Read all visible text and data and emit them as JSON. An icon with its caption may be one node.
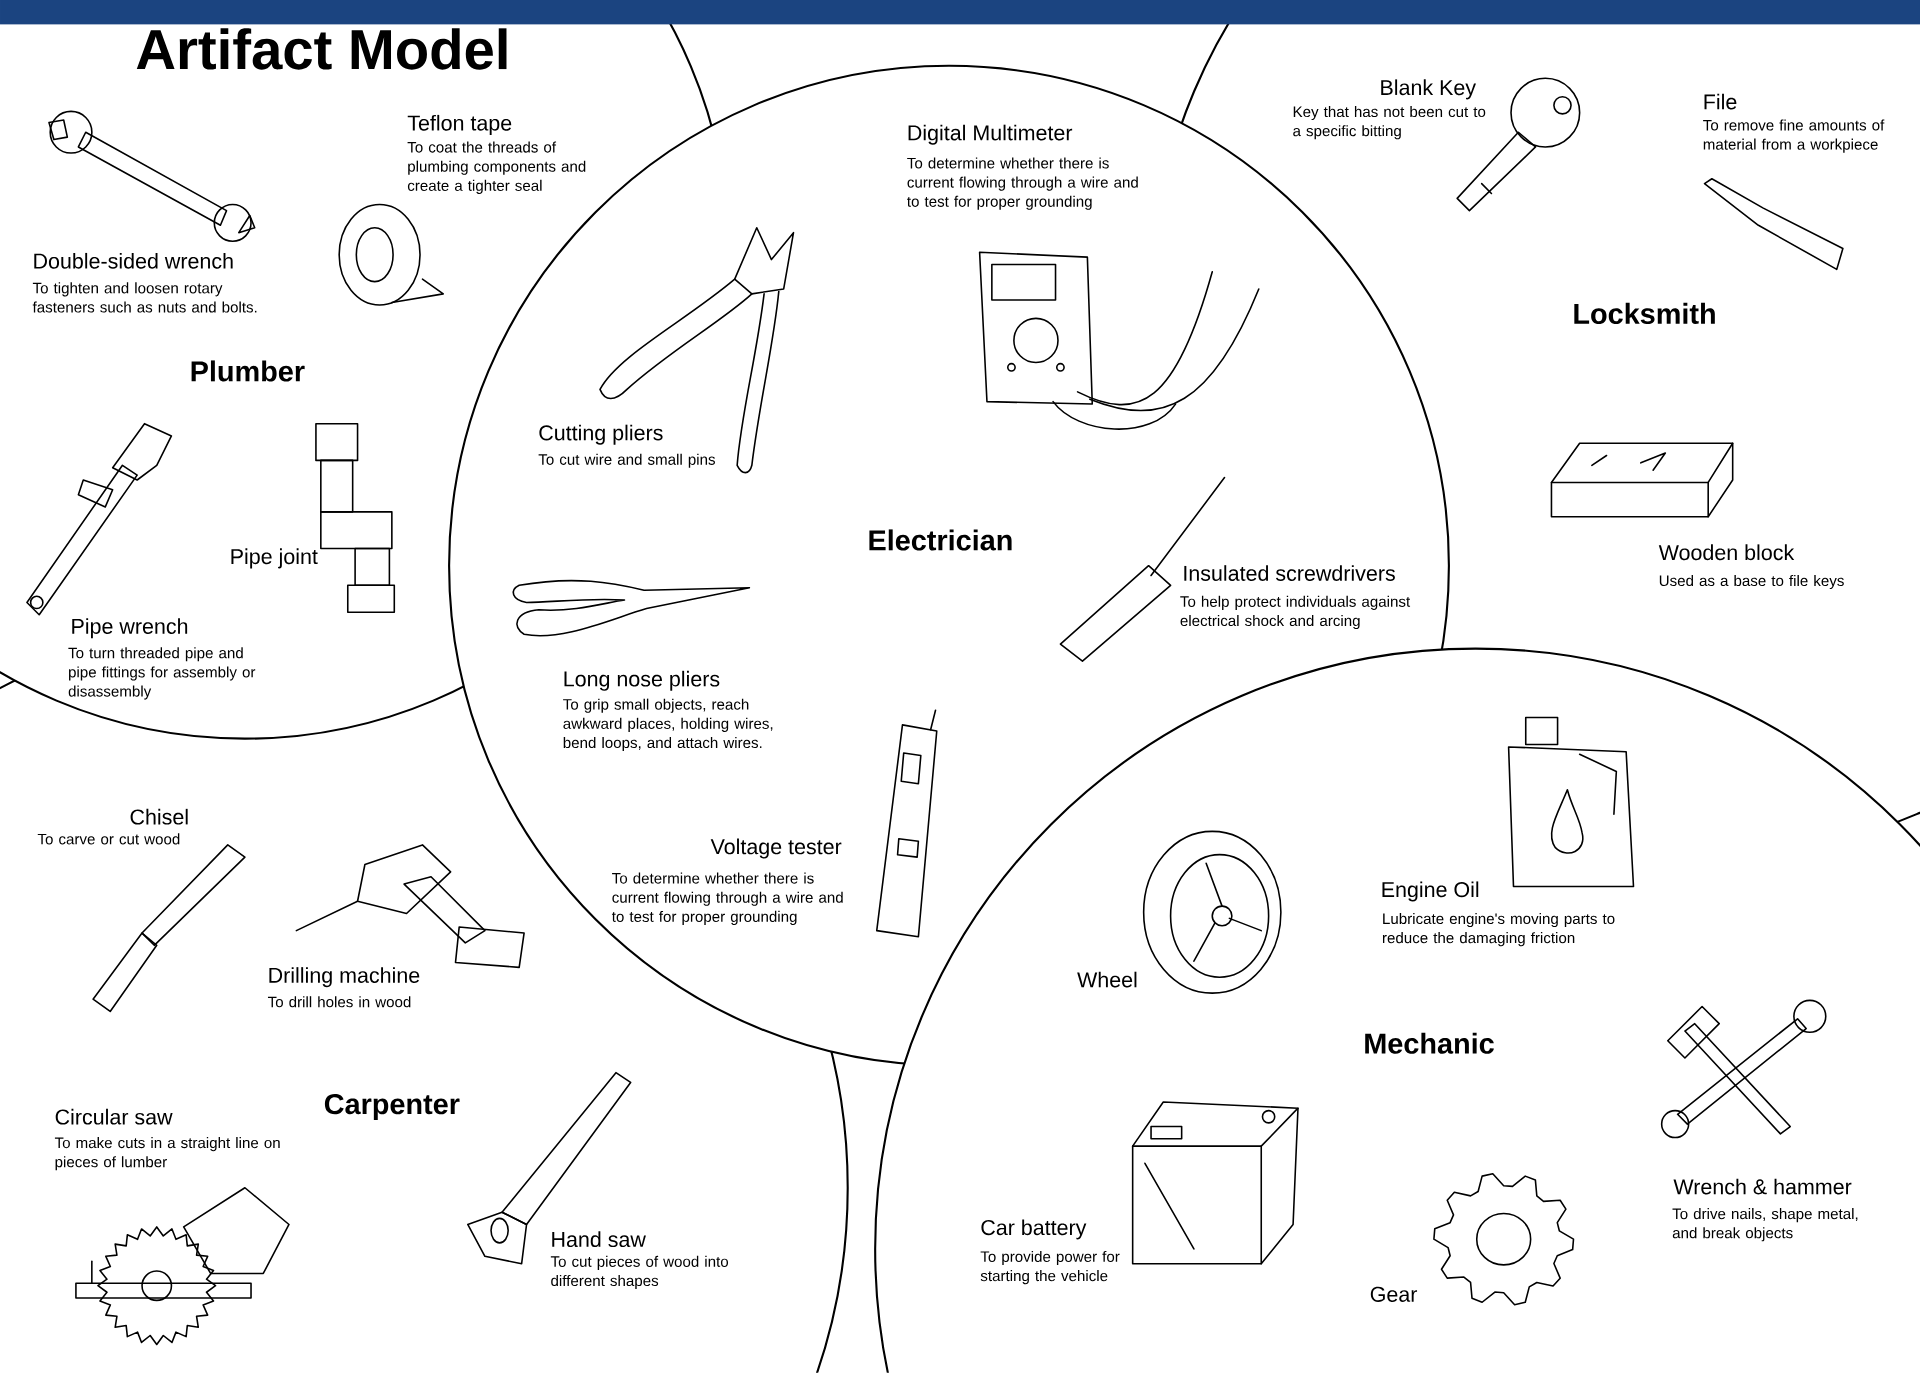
{
  "diagram": {
    "title": "Artifact Model",
    "nodes": [
      {
        "text": [
          "Plumber"
        ]
      },
      {
        "text": [
          "Electrician"
        ]
      },
      {
        "text": [
          "Locksmith"
        ]
      },
      {
        "text": [
          "Carpenter"
        ]
      },
      {
        "text": [
          "Mechanic"
        ]
      }
    ],
    "labels": [
      "Double-sided wrench",
      "To tighten and loosen rotary fasteners such as nuts and bolts.",
      "Teflon tape",
      "To coat the threads of plumbing components and create a tighter seal",
      "Pipe joint",
      "Pipe wrench",
      "To turn threaded pipe and pipe fittings for assembly or disassembly",
      "Digital Multimeter",
      "To determine whether there is current flowing through a wire and to test for proper grounding",
      "Cutting pliers",
      "To cut wire and small pins",
      "Insulated screwdrivers",
      "To help protect individuals against electrical shock and arcing",
      "Long nose pliers",
      "To grip small objects, reach awkward places, holding wires, bend loops, and attach wires.",
      "Voltage tester",
      "To determine whether there is current flowing through a wire and to test for proper grounding",
      "Blank Key",
      "Key that has not been cut to a specific bitting",
      "File",
      "To remove fine amounts of material from a workpiece",
      "Wooden block",
      "Used as a base to file keys",
      "Chisel",
      "To carve or cut wood",
      "Drilling machine",
      "To drill holes in wood",
      "Circular saw",
      "To make cuts in a straight line on pieces of lumber",
      "Hand saw",
      "To cut pieces of wood into different shapes",
      "Engine Oil",
      "Lubricate engine's moving parts to reduce the damaging friction",
      "Wheel",
      "Car battery",
      "To provide power for starting the vehicle",
      "Wrench & hammer",
      "To drive nails, shape metal, and break objects",
      "Gear"
    ]
  }
}
